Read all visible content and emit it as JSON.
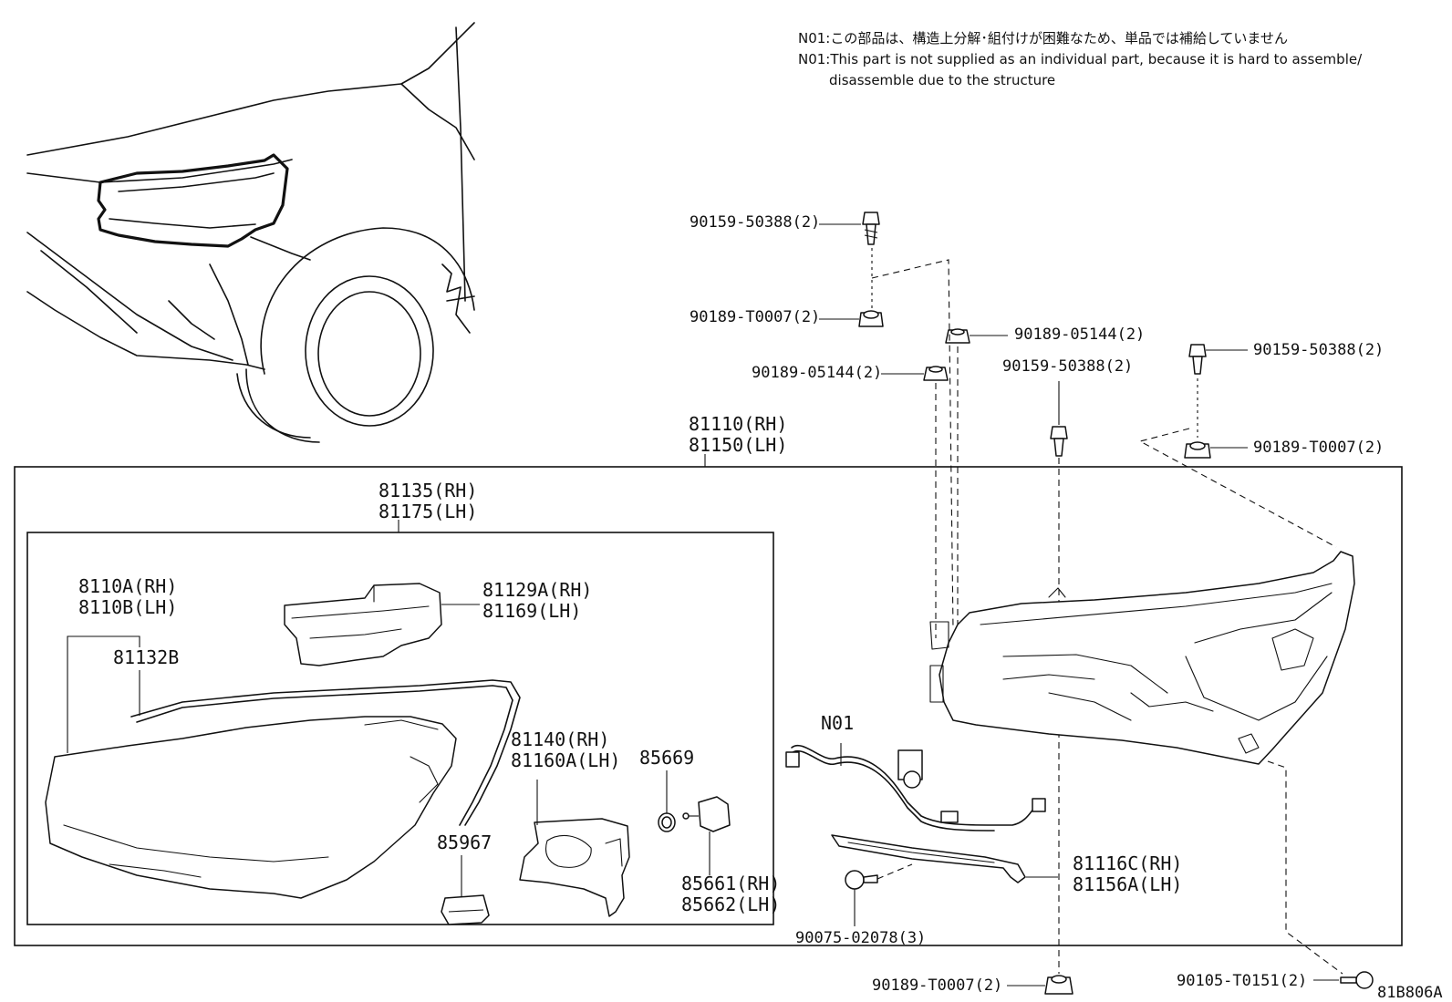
{
  "notes": {
    "line1": "N01:この部品は、構造上分解･組付けが困難なため、単品では補給していません",
    "line2": "N01:This part is not supplied as an individual part, because it is hard to assemble/",
    "line3": "disassemble due to the structure"
  },
  "labels": {
    "bolt_top_left": "90159-50388(2)",
    "clip_top_left": "90189-T0007(2)",
    "nut_center_a": "90189-05144(2)",
    "nut_center_b": "90189-05144(2)",
    "bolt_center": "90159-50388(2)",
    "bolt_right": "90159-50388(2)",
    "clip_right": "90189-T0007(2)",
    "assy_rh": "81110(RH)",
    "assy_lh": "81150(LH)",
    "unit_rh": "81135(RH)",
    "unit_lh": "81175(LH)",
    "lens_rh": "8110A(RH)",
    "lens_lh": "8110B(LH)",
    "gasket": "81132B",
    "bracket_rh": "81129A(RH)",
    "bracket_lh": "81169(LH)",
    "lamp_rh": "81140(RH)",
    "lamp_lh": "81160A(LH)",
    "oring": "85669",
    "module": "85967",
    "socket_rh": "85661(RH)",
    "socket_lh": "85662(LH)",
    "harness": "N01",
    "trim_rh": "81116C(RH)",
    "trim_lh": "81156A(LH)",
    "screw": "90075-02078(3)",
    "clip_bottom": "90189-T0007(2)",
    "bolt_bottom": "90105-T0151(2)",
    "diagram_code": "81B806A"
  }
}
